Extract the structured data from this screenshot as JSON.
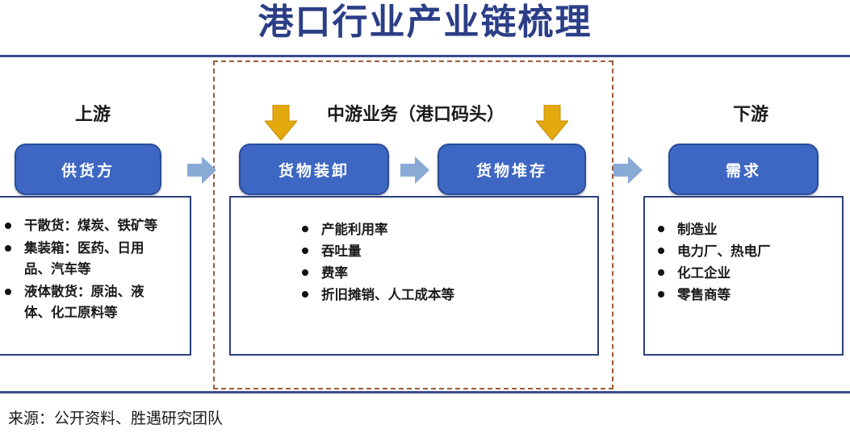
{
  "title": "港口行业产业链梳理",
  "upstream": {
    "heading": "上游",
    "box_label": "供货方",
    "items": [
      "干散货：煤炭、铁矿等",
      "集装箱：医药、日用品、汽车等",
      "液体散货：原油、液体、化工原料等"
    ]
  },
  "midstream": {
    "heading": "中游业务（港口码头）",
    "box1_label": "货物装卸",
    "box2_label": "货物堆存",
    "items": [
      "产能利用率",
      "吞吐量",
      "费率",
      "折旧摊销、人工成本等"
    ]
  },
  "downstream": {
    "heading": "下游",
    "box_label": "需求",
    "items": [
      "制造业",
      "电力厂、热电厂",
      "化工企业",
      "零售商等"
    ]
  },
  "source": "来源：公开资料、胜遇研究团队",
  "colors": {
    "title": "#2b3e86",
    "box_fill": "#3d67c2",
    "flow_arrow": "#8aaad6",
    "input_arrow": "#e5a910",
    "dashed_border": "#9c5a3a"
  }
}
